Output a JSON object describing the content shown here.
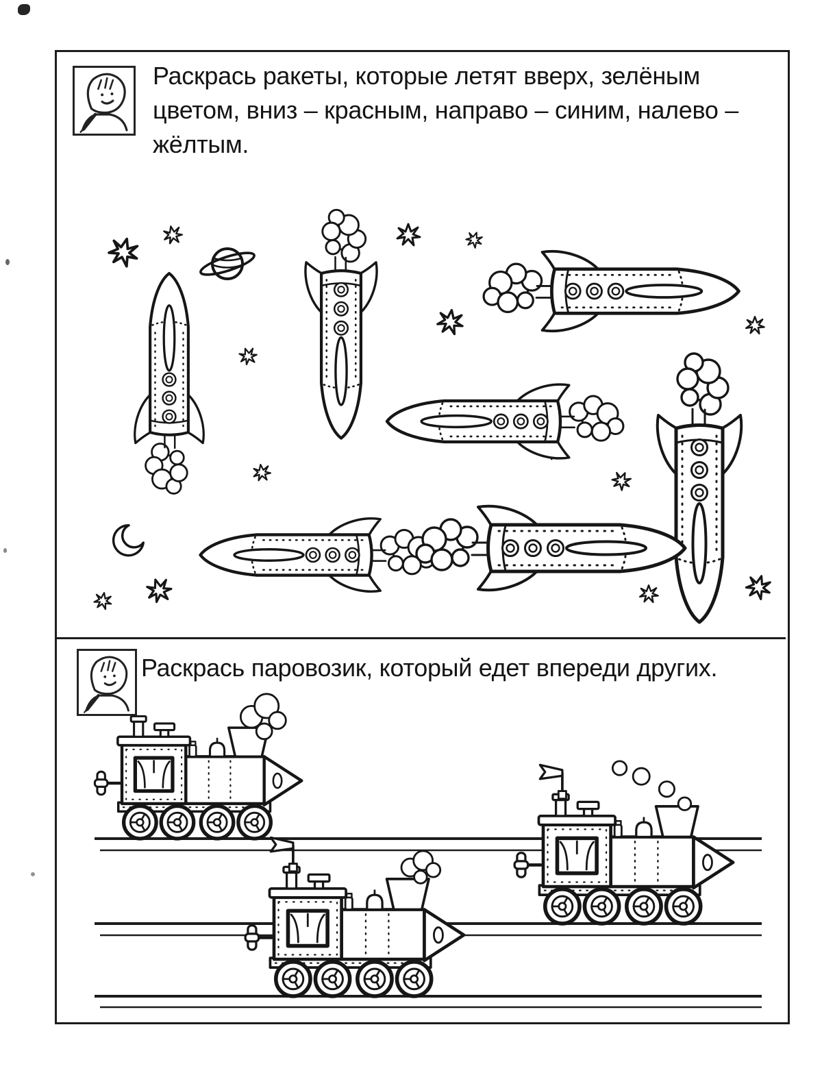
{
  "page": {
    "type": "children-coloring-workbook-scan",
    "language": "ru",
    "ink_color": "#1a1a1a",
    "paper_color": "#ffffff"
  },
  "sections": [
    {
      "id": "rockets-task",
      "icon": "child-with-pencil-icon",
      "instruction": "Раскрась ракеты, которые летят вверх, зелёным цветом, вниз – красным, направо – синим, налево – жёлтым.",
      "color_rules": [
        {
          "direction": "вверх",
          "color_name": "зелёным"
        },
        {
          "direction": "вниз",
          "color_name": "красным"
        },
        {
          "direction": "направо",
          "color_name": "синим"
        },
        {
          "direction": "налево",
          "color_name": "жёлтым"
        }
      ],
      "scene": {
        "rockets": [
          {
            "position": "top-left",
            "flying": "up"
          },
          {
            "position": "top-middle",
            "flying": "down"
          },
          {
            "position": "top-right",
            "flying": "right"
          },
          {
            "position": "middle",
            "flying": "left"
          },
          {
            "position": "middle-right",
            "flying": "down"
          },
          {
            "position": "bottom-left",
            "flying": "left"
          },
          {
            "position": "bottom-middle",
            "flying": "right"
          }
        ],
        "decorations": [
          "stars",
          "saturn-planet",
          "crescent-moon",
          "exhaust-clouds"
        ]
      }
    },
    {
      "id": "trains-task",
      "icon": "child-with-pencil-icon",
      "instruction": "Раскрась паровозик, который едет впереди других.",
      "scene": {
        "trains": [
          {
            "position": "top-left",
            "facing": "right",
            "has_flag": false,
            "is_front": false
          },
          {
            "position": "bottom-middle",
            "facing": "right",
            "has_flag": true,
            "is_front": false
          },
          {
            "position": "right",
            "facing": "right",
            "has_flag": true,
            "is_front": true
          }
        ],
        "tracks": 3
      }
    }
  ]
}
